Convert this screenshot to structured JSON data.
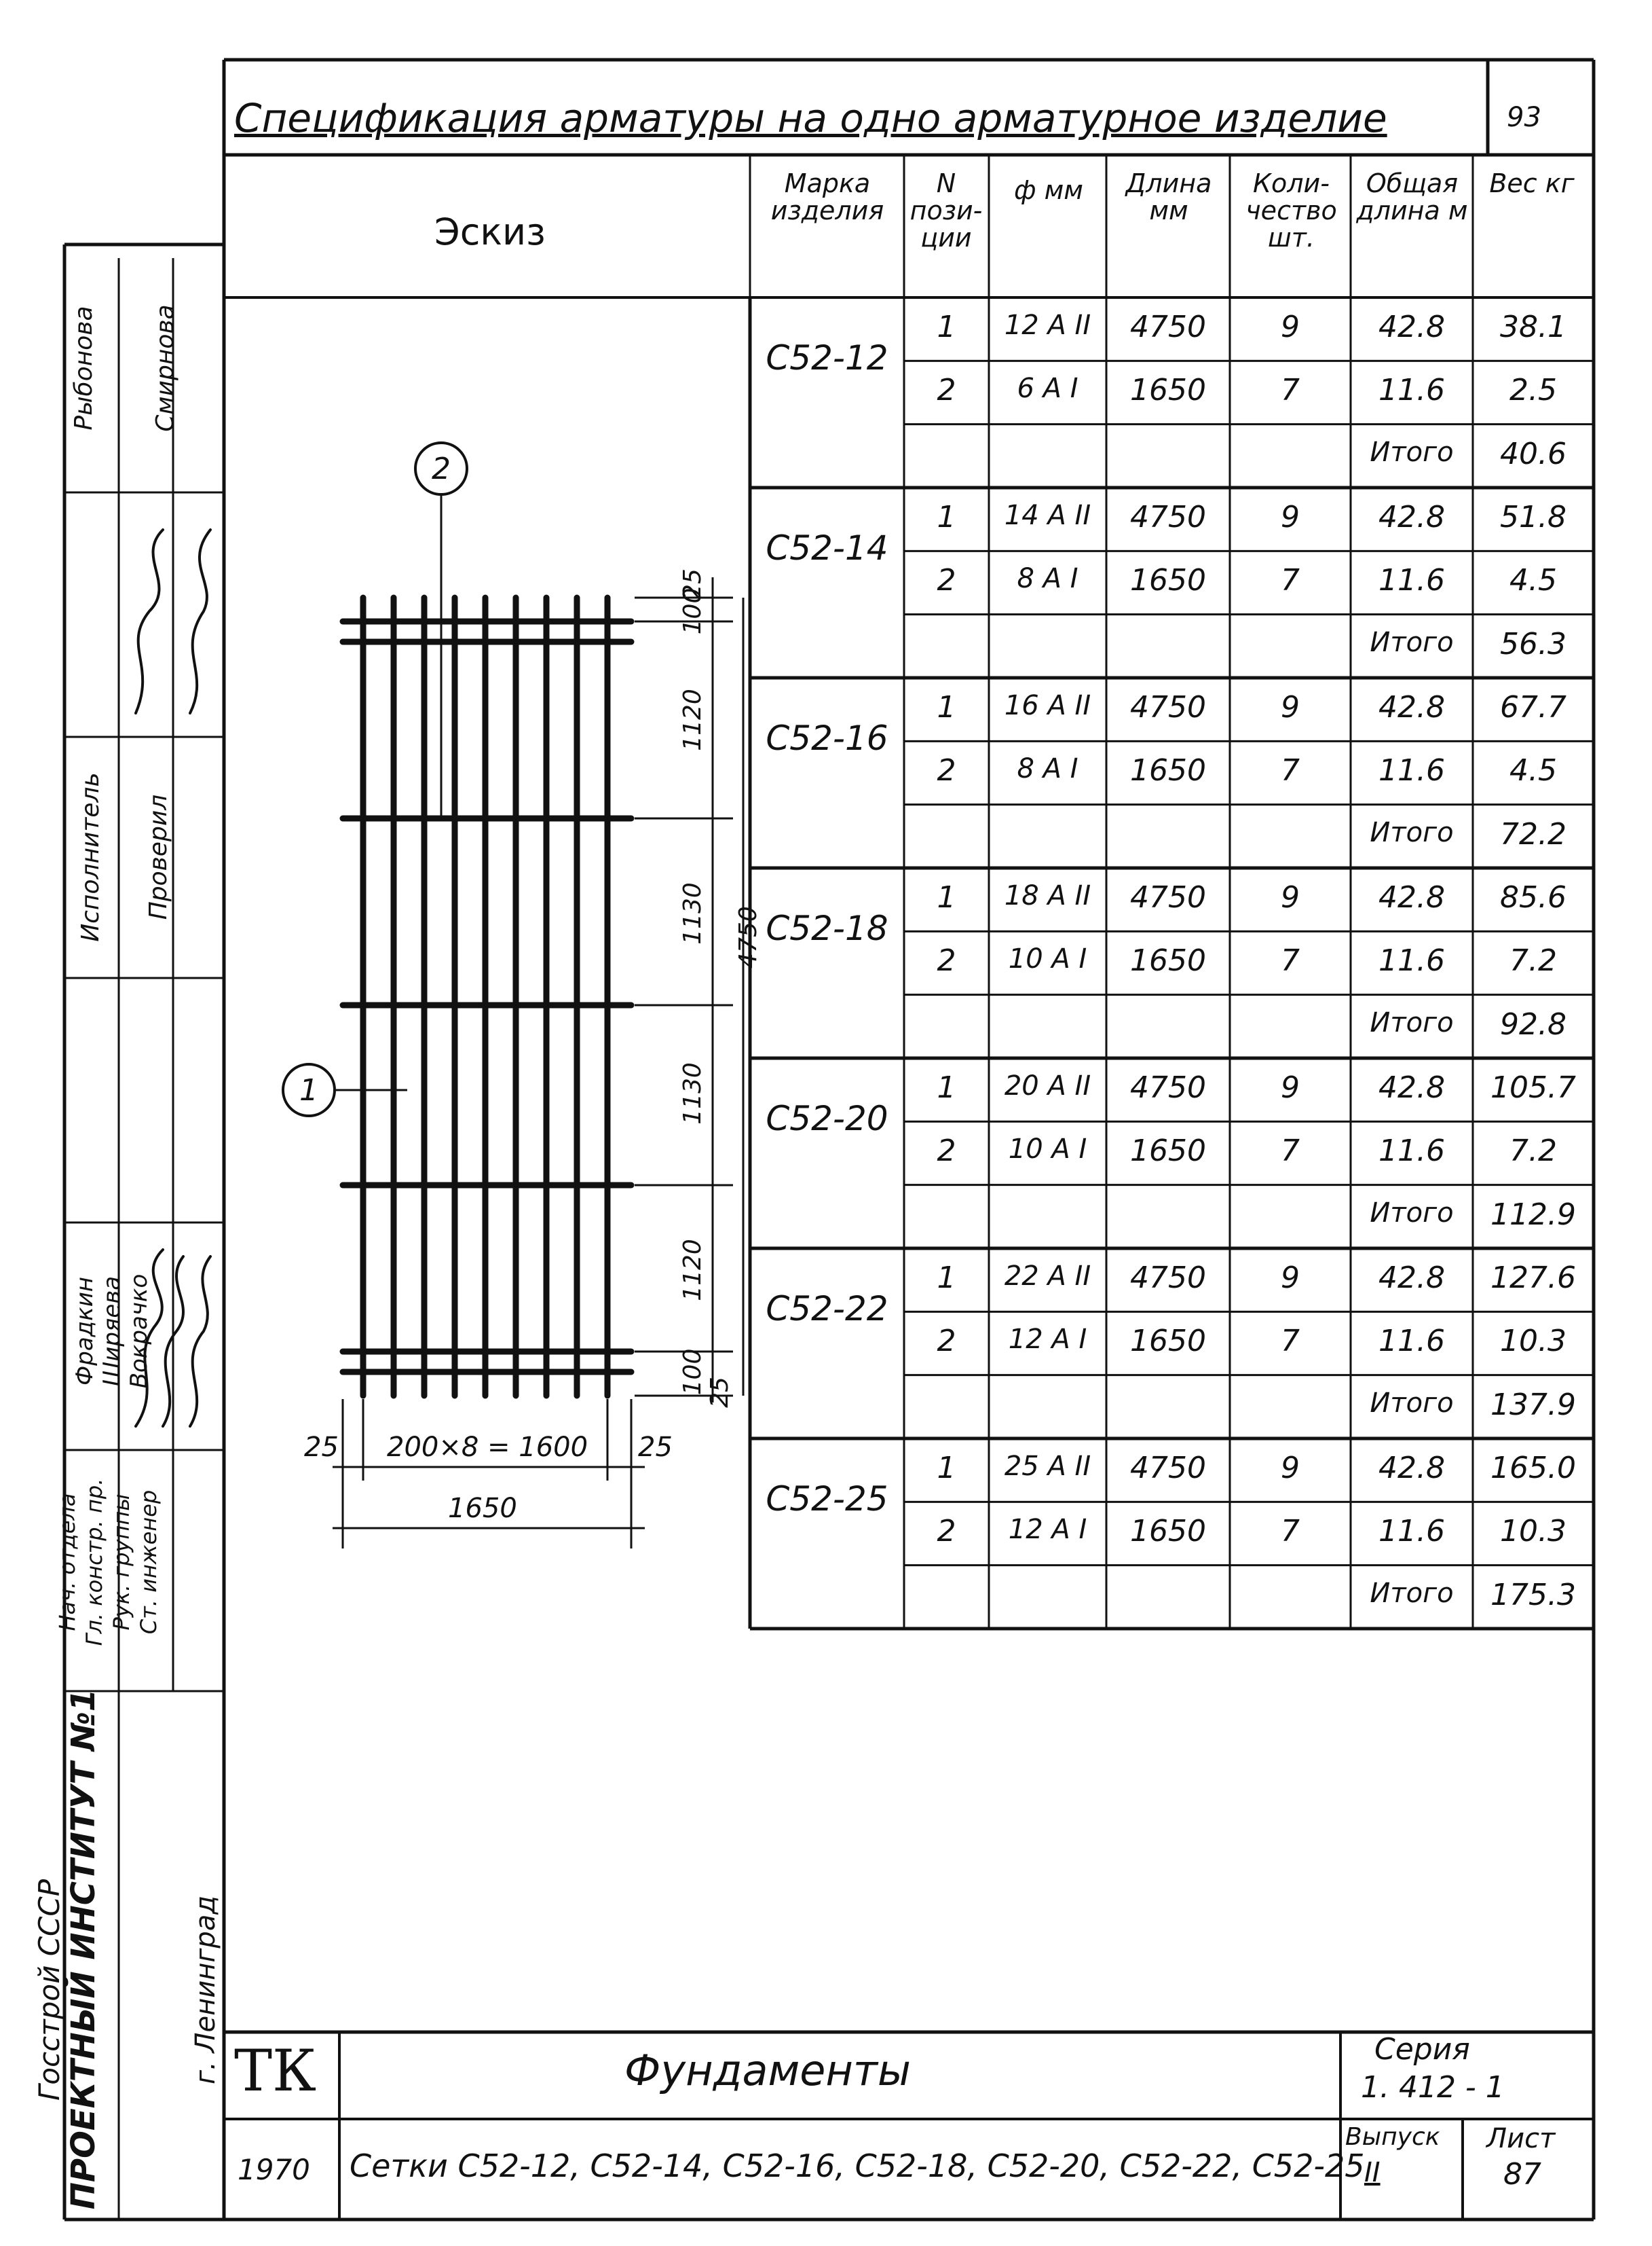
{
  "title": "Спецификация арматуры на одно арматурное изделие",
  "page_corner": "93",
  "sketch_header": "Эскиз",
  "table_headers": {
    "mark": "Марка изделия",
    "position": "N пози- ции",
    "diameter": "ф мм",
    "length": "Длина мм",
    "quantity": "Коли- чество шт.",
    "total_length": "Общая длина м",
    "weight": "Вес кг"
  },
  "products": [
    {
      "mark": "С52-12",
      "rows": [
        {
          "pos": "1",
          "dia": "12 А II",
          "len": "4750",
          "qty": "9",
          "tlen": "42.8",
          "w": "38.1"
        },
        {
          "pos": "2",
          "dia": "6 А I",
          "len": "1650",
          "qty": "7",
          "tlen": "11.6",
          "w": "2.5"
        }
      ],
      "total_label": "Итого",
      "total": "40.6"
    },
    {
      "mark": "С52-14",
      "rows": [
        {
          "pos": "1",
          "dia": "14 А II",
          "len": "4750",
          "qty": "9",
          "tlen": "42.8",
          "w": "51.8"
        },
        {
          "pos": "2",
          "dia": "8 А I",
          "len": "1650",
          "qty": "7",
          "tlen": "11.6",
          "w": "4.5"
        }
      ],
      "total_label": "Итого",
      "total": "56.3"
    },
    {
      "mark": "С52-16",
      "rows": [
        {
          "pos": "1",
          "dia": "16 А II",
          "len": "4750",
          "qty": "9",
          "tlen": "42.8",
          "w": "67.7"
        },
        {
          "pos": "2",
          "dia": "8 А I",
          "len": "1650",
          "qty": "7",
          "tlen": "11.6",
          "w": "4.5"
        }
      ],
      "total_label": "Итого",
      "total": "72.2"
    },
    {
      "mark": "С52-18",
      "rows": [
        {
          "pos": "1",
          "dia": "18 А II",
          "len": "4750",
          "qty": "9",
          "tlen": "42.8",
          "w": "85.6"
        },
        {
          "pos": "2",
          "dia": "10 А I",
          "len": "1650",
          "qty": "7",
          "tlen": "11.6",
          "w": "7.2"
        }
      ],
      "total_label": "Итого",
      "total": "92.8"
    },
    {
      "mark": "С52-20",
      "rows": [
        {
          "pos": "1",
          "dia": "20 А II",
          "len": "4750",
          "qty": "9",
          "tlen": "42.8",
          "w": "105.7"
        },
        {
          "pos": "2",
          "dia": "10 А I",
          "len": "1650",
          "qty": "7",
          "tlen": "11.6",
          "w": "7.2"
        }
      ],
      "total_label": "Итого",
      "total": "112.9"
    },
    {
      "mark": "С52-22",
      "rows": [
        {
          "pos": "1",
          "dia": "22 А II",
          "len": "4750",
          "qty": "9",
          "tlen": "42.8",
          "w": "127.6"
        },
        {
          "pos": "2",
          "dia": "12 А I",
          "len": "1650",
          "qty": "7",
          "tlen": "11.6",
          "w": "10.3"
        }
      ],
      "total_label": "Итого",
      "total": "137.9"
    },
    {
      "mark": "С52-25",
      "rows": [
        {
          "pos": "1",
          "dia": "25 А II",
          "len": "4750",
          "qty": "9",
          "tlen": "42.8",
          "w": "165.0"
        },
        {
          "pos": "2",
          "dia": "12 А I",
          "len": "1650",
          "qty": "7",
          "tlen": "11.6",
          "w": "10.3"
        }
      ],
      "total_label": "Итого",
      "total": "175.3"
    }
  ],
  "sketch": {
    "callout_1": "1",
    "callout_2": "2",
    "dims_right": [
      "25",
      "100",
      "1120",
      "1130",
      "4750",
      "1130",
      "1120",
      "100",
      "25"
    ],
    "dim_bottom_left": "25",
    "dim_bottom_mid": "200×8 = 1600",
    "dim_bottom_right": "25",
    "dim_overall": "1650"
  },
  "side_stamp": {
    "org_line1": "Госстрой СССР",
    "org_line2": "ПРОЕКТНЫЙ ИНСТИТУТ №1",
    "org_line3": "г. Ленинград",
    "roles": [
      "Нач. отдела",
      "Гл. констр. пр.",
      "Рук. группы",
      "Ст. инженер"
    ],
    "names": [
      "Фрадкин",
      "Ширяева",
      "Вокрачко"
    ],
    "extra_labels": [
      "Исполнитель",
      "Проверил",
      "Рыбонова",
      "Смирнова"
    ]
  },
  "title_block": {
    "code": "ТК",
    "section": "Фундаменты",
    "series_label": "Серия",
    "series": "1. 412 - 1",
    "year": "1970",
    "description": "Сетки С52-12, С52-14, С52-16, С52-18, С52-20, С52-22, С52-25",
    "issue_label": "Выпуск",
    "issue": "II",
    "sheet_label": "Лист",
    "sheet": "87"
  }
}
